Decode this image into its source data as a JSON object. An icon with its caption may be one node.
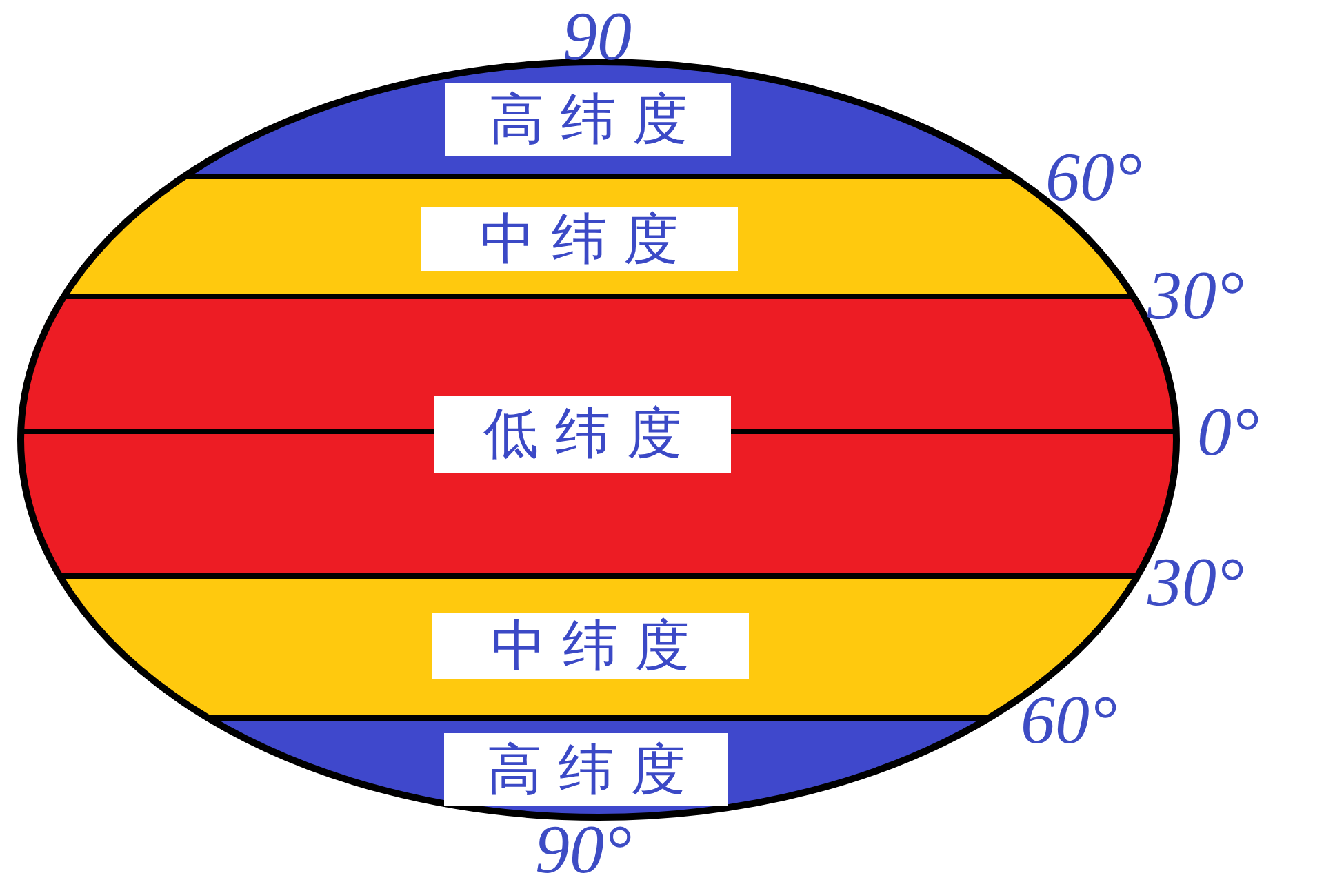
{
  "diagram": {
    "nodes": [
      {
        "text": [
          "高纬度"
        ]
      },
      {
        "text": [
          "中纬度"
        ]
      },
      {
        "text": [
          "低纬度"
        ]
      },
      {
        "text": [
          "中纬度"
        ]
      },
      {
        "text": [
          "高纬度"
        ]
      }
    ],
    "labels": [
      "90",
      "60°",
      "30°",
      "0°",
      "30°",
      "60°",
      "90°"
    ]
  }
}
